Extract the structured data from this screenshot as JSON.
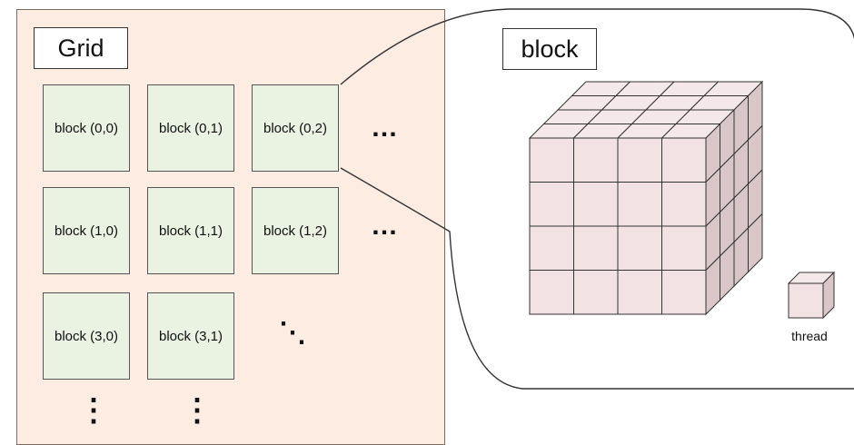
{
  "colors": {
    "grid_bg": "#fdece2",
    "block_fill": "#eaf2e2",
    "cube_front": "#f2e2e4",
    "cube_top": "#f5e8ea",
    "cube_side": "#d9c6c8",
    "line": "#333333"
  },
  "grid": {
    "title": "Grid",
    "blocks": [
      {
        "label": "block (0,0)"
      },
      {
        "label": "block (0,1)"
      },
      {
        "label": "block (0,2)"
      },
      {
        "label": "block (1,0)"
      },
      {
        "label": "block (1,1)"
      },
      {
        "label": "block (1,2)"
      },
      {
        "label": "block (3,0)"
      },
      {
        "label": "block (3,1)"
      }
    ],
    "ellipsis_horizontal": "…",
    "ellipsis_vertical": "⋮",
    "ellipsis_diagonal": "⋱"
  },
  "block_view": {
    "title": "block",
    "cube_dims": [
      4,
      4,
      4
    ],
    "thread_label": "thread"
  }
}
